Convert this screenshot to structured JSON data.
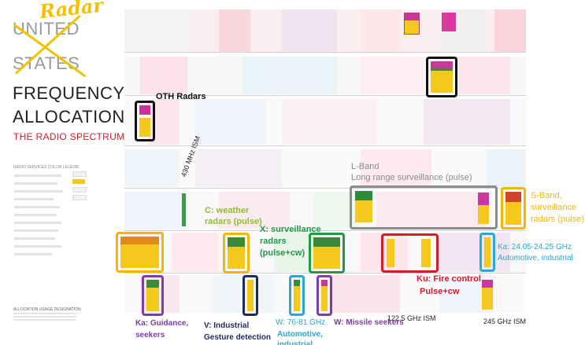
{
  "title": {
    "struck_line1": "UNITED",
    "struck_line2": "STATES",
    "overwrite": "Radar",
    "line3": "FREQUENCY",
    "line4": "ALLOCATIONS",
    "subtitle": "THE RADIO SPECTRUM",
    "legend_heading": "RADIO SERVICES COLOR LEGEND",
    "alloc_heading": "ALLOCATION USAGE DESIGNATION"
  },
  "annotations": {
    "oth": "OTH Radars",
    "ism_430": "430 MHz ISM",
    "lband_1": "L-Band",
    "lband_2": "Long range surveillance (pulse)",
    "cweather_1": "C: weather",
    "cweather_2": "radars (pulse)",
    "x_1": "X: surveillance",
    "x_2": "radars",
    "x_3": "(pulse+cw)",
    "sband_1": "S-Band,",
    "sband_2": "surveillance",
    "sband_3": "radars (pulse)",
    "ka_auto_1": "Ka: 24.05-24.25 GHz",
    "ka_auto_2": "Automotive, industrial",
    "ku_1": "Ku: Fire control",
    "ku_2": "Pulse+cw",
    "ka_guid_1": "Ka: Guidance,",
    "ka_guid_2": "seekers",
    "v_1": "V: Industrial",
    "v_2": "Gesture detection",
    "w_auto_1": "W: 76-81 GHz",
    "w_auto_2": "Automotive,",
    "w_auto_3": "industrial",
    "w_missile": "W: Missile seekers",
    "ism_1225": "122.5 GHz ISM",
    "ism_245": "245 GHz ISM"
  },
  "colors": {
    "oth": "#111111",
    "lband": "#8c8c8c",
    "cweather": "#8dbf2e",
    "x": "#1f9a47",
    "sband": "#f2b705",
    "ka_auto": "#2aa7d6",
    "ku": "#d21e2b",
    "ka_guid": "#7b3fa0",
    "v": "#1f2a5c",
    "w_auto": "#2aa7d6",
    "w_missile": "#7b3fa0",
    "radar_overwrite": "#f2c200"
  }
}
